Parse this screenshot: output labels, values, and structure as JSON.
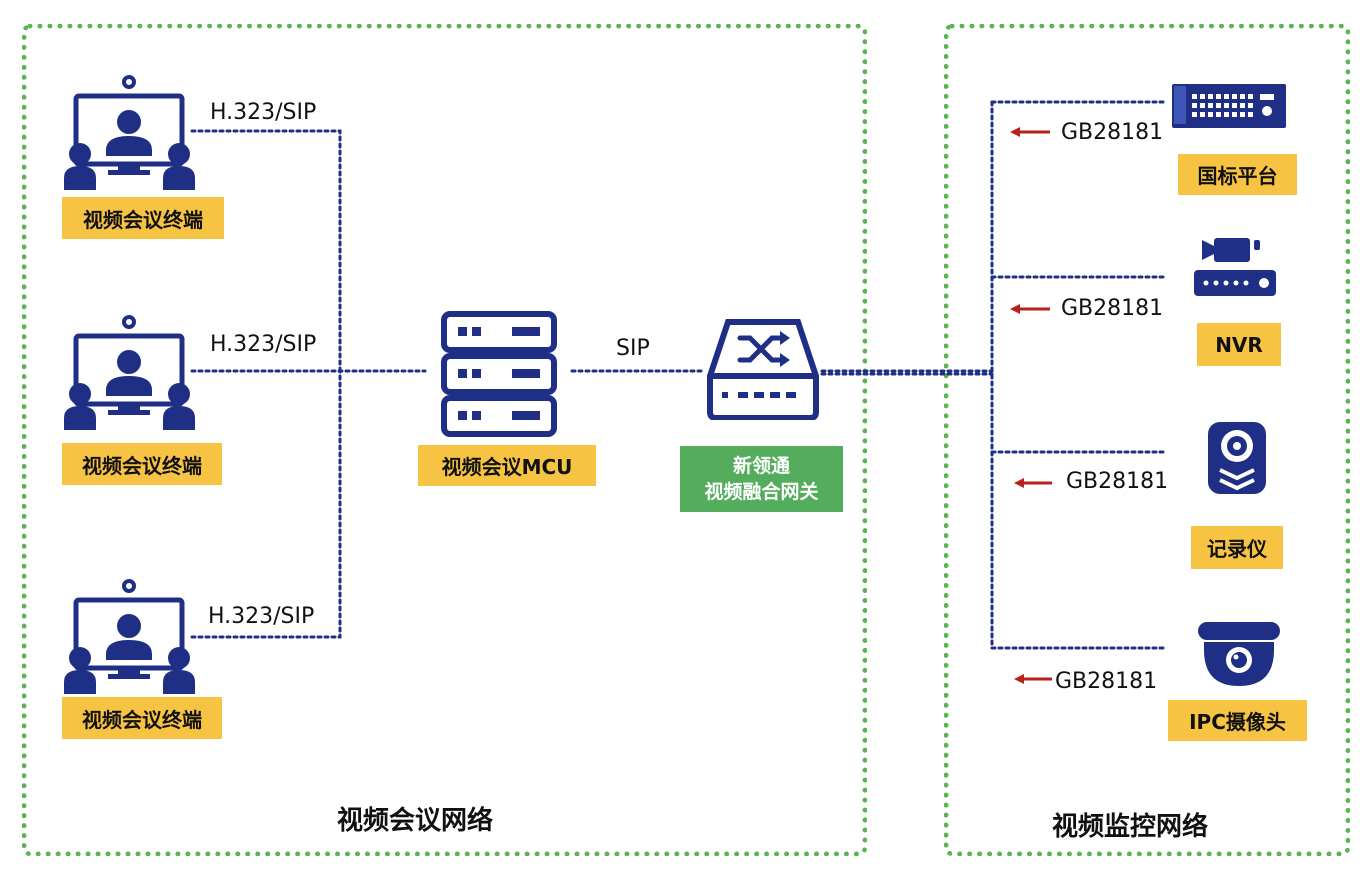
{
  "colors": {
    "zone_border": "#5bb451",
    "device_blue": "#1f2f86",
    "link_dots": "#1f2f86",
    "label_bg": "#f6c343",
    "gateway_bg": "#53ad5c",
    "arrow_red": "#b8201c"
  },
  "zones": {
    "left_title": "视频会议网络",
    "right_title": "视频监控网络"
  },
  "terminals": [
    {
      "label": "视频会议终端",
      "protocol": "H.323/SIP",
      "icon": "video-conference-terminal-icon"
    },
    {
      "label": "视频会议终端",
      "protocol": "H.323/SIP",
      "icon": "video-conference-terminal-icon"
    },
    {
      "label": "视频会议终端",
      "protocol": "H.323/SIP",
      "icon": "video-conference-terminal-icon"
    }
  ],
  "mcu": {
    "label": "视频会议MCU",
    "icon": "server-rack-icon"
  },
  "mcu_to_gateway_protocol": "SIP",
  "gateway": {
    "line1": "新领通",
    "line2": "视频融合网关",
    "icon": "network-switch-icon"
  },
  "surveillance_devices": [
    {
      "label": "国标平台",
      "protocol": "GB28181",
      "icon": "platform-keyboard-icon"
    },
    {
      "label": "NVR",
      "protocol": "GB28181",
      "icon": "nvr-camera-icon"
    },
    {
      "label": "记录仪",
      "protocol": "GB28181",
      "icon": "body-recorder-icon"
    },
    {
      "label": "IPC摄像头",
      "protocol": "GB28181",
      "icon": "dome-camera-icon"
    }
  ]
}
